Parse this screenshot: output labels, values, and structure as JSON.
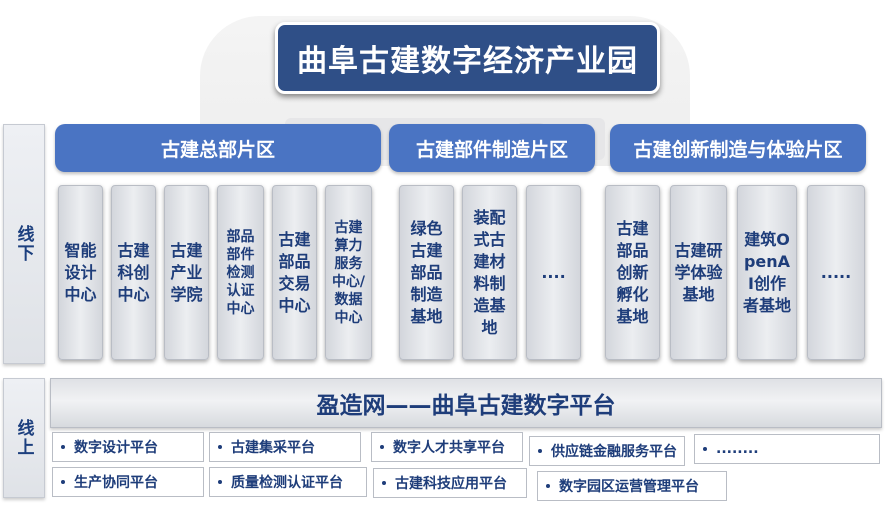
{
  "title": "曲阜古建数字经济产业园",
  "side_labels": {
    "offline": "线下",
    "online": "线上"
  },
  "zones": [
    {
      "label": "古建总部片区"
    },
    {
      "label": "古建部件制造片区"
    },
    {
      "label": "古建创新制造与体验片区"
    }
  ],
  "facilities": [
    {
      "label": "智能设计中心"
    },
    {
      "label": "古建科创中心"
    },
    {
      "label": "古建产业学院"
    },
    {
      "label": "部品部件检测认证中心"
    },
    {
      "label": "古建部品交易中心"
    },
    {
      "label": "古建算力服务中心/数据中心"
    },
    {
      "label": "绿色古建部品制造基地"
    },
    {
      "label": "装配式古建材料制造基地"
    },
    {
      "label": "...."
    },
    {
      "label": "古建部品创新孵化基地"
    },
    {
      "label": "古建研学体验基地"
    },
    {
      "label": "建筑OpenAI创作者基地"
    },
    {
      "label": "....."
    }
  ],
  "online_platform": "盈造网——曲阜古建数字平台",
  "platforms": [
    {
      "label": "数字设计平台"
    },
    {
      "label": "古建集采平台"
    },
    {
      "label": "数字人才共享平台"
    },
    {
      "label": "供应链金融服务平台"
    },
    {
      "label": "........"
    },
    {
      "label": "生产协同平台"
    },
    {
      "label": "质量检测认证平台"
    },
    {
      "label": "古建科技应用平台"
    },
    {
      "label": "数字园区运营管理平台"
    }
  ],
  "colors": {
    "title_bg": "#2f4f87",
    "zone_bg": "#4a74c3",
    "text_dark_blue": "#1e3d7a"
  }
}
